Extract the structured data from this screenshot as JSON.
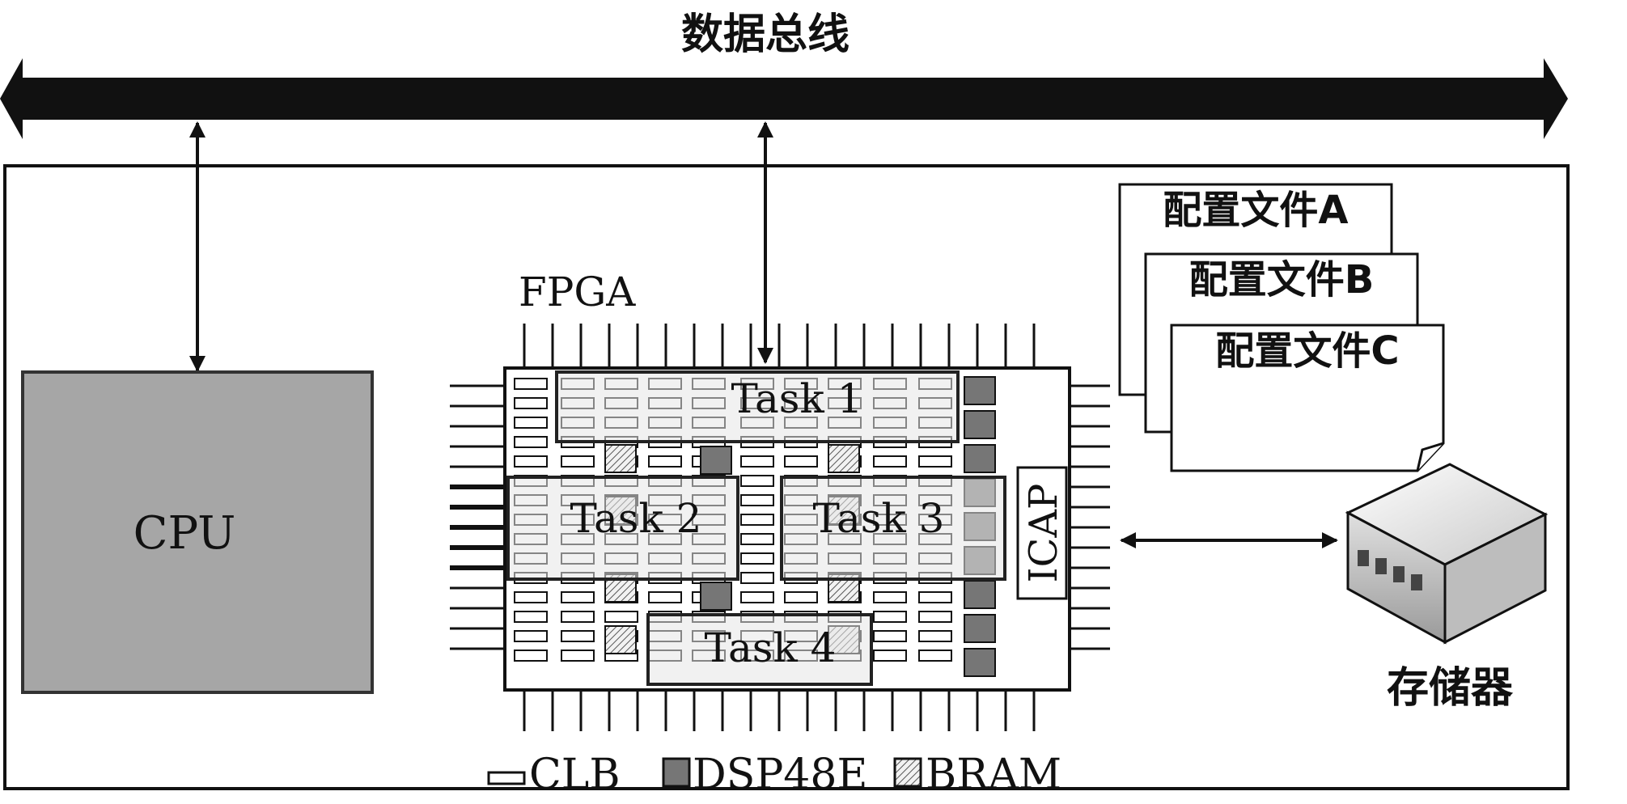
{
  "title": "数据总线",
  "cpu": {
    "label": "CPU"
  },
  "fpga": {
    "label": "FPGA",
    "icap_label": "ICAP",
    "tasks": [
      "Task 1",
      "Task 2",
      "Task 3",
      "Task 4"
    ]
  },
  "config_files": [
    "配置文件A",
    "配置文件B",
    "配置文件C"
  ],
  "storage": {
    "label": "存储器"
  },
  "legend": [
    {
      "name": "clb",
      "label": "CLB"
    },
    {
      "name": "dsp48e",
      "label": "DSP48E"
    },
    {
      "name": "bram",
      "label": "BRAM"
    }
  ],
  "colors": {
    "cpu_fill": "#a6a6a6",
    "dsp_fill": "#767676",
    "bus": "#111111"
  }
}
